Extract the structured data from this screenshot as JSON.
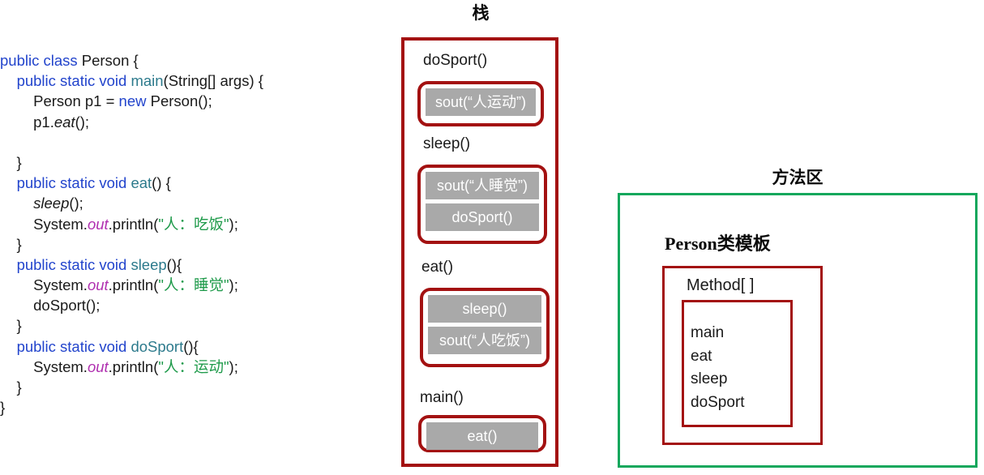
{
  "code": {
    "lines": [
      [
        {
          "t": "public class ",
          "c": "kw"
        },
        {
          "t": "Person {",
          "c": "plain"
        }
      ],
      [
        {
          "t": "    ",
          "c": "plain"
        },
        {
          "t": "public static void ",
          "c": "kw"
        },
        {
          "t": "main",
          "c": "meth"
        },
        {
          "t": "(String[] args) {",
          "c": "plain"
        }
      ],
      [
        {
          "t": "        Person p1 = ",
          "c": "plain"
        },
        {
          "t": "new",
          "c": "kw"
        },
        {
          "t": " Person();",
          "c": "plain"
        }
      ],
      [
        {
          "t": "        p1.",
          "c": "plain"
        },
        {
          "t": "eat",
          "c": "ital"
        },
        {
          "t": "();",
          "c": "plain"
        }
      ],
      [
        {
          "t": "",
          "c": "plain"
        }
      ],
      [
        {
          "t": "    }",
          "c": "plain"
        }
      ],
      [
        {
          "t": "    ",
          "c": "plain"
        },
        {
          "t": "public static void ",
          "c": "kw"
        },
        {
          "t": "eat",
          "c": "meth"
        },
        {
          "t": "() {",
          "c": "plain"
        }
      ],
      [
        {
          "t": "        ",
          "c": "plain"
        },
        {
          "t": "sleep",
          "c": "ital"
        },
        {
          "t": "();",
          "c": "plain"
        }
      ],
      [
        {
          "t": "        System.",
          "c": "plain"
        },
        {
          "t": "out",
          "c": "purp"
        },
        {
          "t": ".println(",
          "c": "plain"
        },
        {
          "t": "\"",
          "c": "quote"
        },
        {
          "t": "人：吃饭",
          "c": "str"
        },
        {
          "t": "\"",
          "c": "quote"
        },
        {
          "t": ");",
          "c": "plain"
        }
      ],
      [
        {
          "t": "    }",
          "c": "plain"
        }
      ],
      [
        {
          "t": "    ",
          "c": "plain"
        },
        {
          "t": "public static void ",
          "c": "kw"
        },
        {
          "t": "sleep",
          "c": "meth"
        },
        {
          "t": "(){",
          "c": "plain"
        }
      ],
      [
        {
          "t": "        System.",
          "c": "plain"
        },
        {
          "t": "out",
          "c": "purp"
        },
        {
          "t": ".println(",
          "c": "plain"
        },
        {
          "t": "\"",
          "c": "quote"
        },
        {
          "t": "人：睡觉",
          "c": "str"
        },
        {
          "t": "\"",
          "c": "quote"
        },
        {
          "t": ");",
          "c": "plain"
        }
      ],
      [
        {
          "t": "        doSport();",
          "c": "plain"
        }
      ],
      [
        {
          "t": "    }",
          "c": "plain"
        }
      ],
      [
        {
          "t": "    ",
          "c": "plain"
        },
        {
          "t": "public static void ",
          "c": "kw"
        },
        {
          "t": "doSport",
          "c": "meth"
        },
        {
          "t": "(){",
          "c": "plain"
        }
      ],
      [
        {
          "t": "        System.",
          "c": "plain"
        },
        {
          "t": "out",
          "c": "purp"
        },
        {
          "t": ".println(",
          "c": "plain"
        },
        {
          "t": "\"",
          "c": "quote"
        },
        {
          "t": "人：运动",
          "c": "str"
        },
        {
          "t": "\"",
          "c": "quote"
        },
        {
          "t": ");",
          "c": "plain"
        }
      ],
      [
        {
          "t": "    }",
          "c": "plain"
        }
      ],
      [
        {
          "t": "}",
          "c": "plain"
        }
      ]
    ]
  },
  "stack": {
    "title": "栈",
    "border_color": "#a31111",
    "frames": [
      {
        "label": "doSport()",
        "cells": [
          "sout(“人运动”)"
        ]
      },
      {
        "label": "sleep()",
        "cells": [
          "sout(“人睡觉”)",
          "doSport()"
        ]
      },
      {
        "label": "eat()",
        "cells": [
          "sleep()",
          "sout(“人吃饭”)"
        ]
      },
      {
        "label": "main()",
        "cells": [
          "eat()"
        ]
      }
    ],
    "cell_bg": "#a9a9a9",
    "cell_fg": "#ffffff"
  },
  "method_area": {
    "title": "方法区",
    "border_color": "#12a75c",
    "class_template_label": "Person类模板",
    "method_array_label": "Method[ ]",
    "methods": [
      "main",
      "eat",
      "sleep",
      "doSport"
    ],
    "inner_border_color": "#a31111"
  }
}
